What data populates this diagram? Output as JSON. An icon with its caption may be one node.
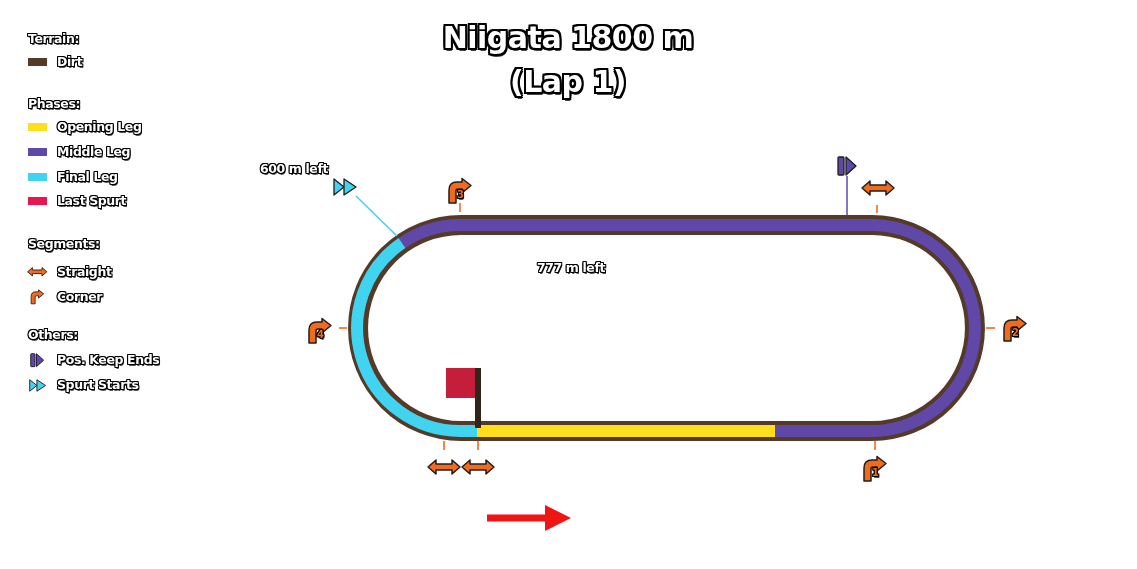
{
  "diagram": {
    "title": "Niigata 1800 m (Lap 1)",
    "nodes": [
      {
        "text": [
          "600 m left"
        ]
      },
      {
        "text": [],
        "shape": "flag"
      }
    ],
    "edges": [
      {
        "from": 0,
        "to": null,
        "arrow": "none",
        "color": "#40d4f0"
      },
      {
        "from": 1,
        "to": null,
        "arrow": "none",
        "color": "#6048a8"
      }
    ],
    "labels": [
      "Terrain:",
      "Phases:",
      "Segments:",
      "Others:",
      "3",
      "777 m left",
      "4",
      "2",
      "1"
    ],
    "legend": [
      {
        "text": "Dirt",
        "color": "#553a28"
      },
      {
        "text": "Opening Leg",
        "color": "#ffdf1b"
      },
      {
        "text": "Middle Leg",
        "color": "#6048a8"
      },
      {
        "text": "Final Leg",
        "color": "#40d4f0"
      },
      {
        "text": "Last Spurt",
        "color": "#e8174f"
      },
      {
        "text": "Straight"
      },
      {
        "text": "Corner"
      },
      {
        "text": "Pos. Keep Ends"
      },
      {
        "text": "Spurt Starts"
      }
    ]
  }
}
